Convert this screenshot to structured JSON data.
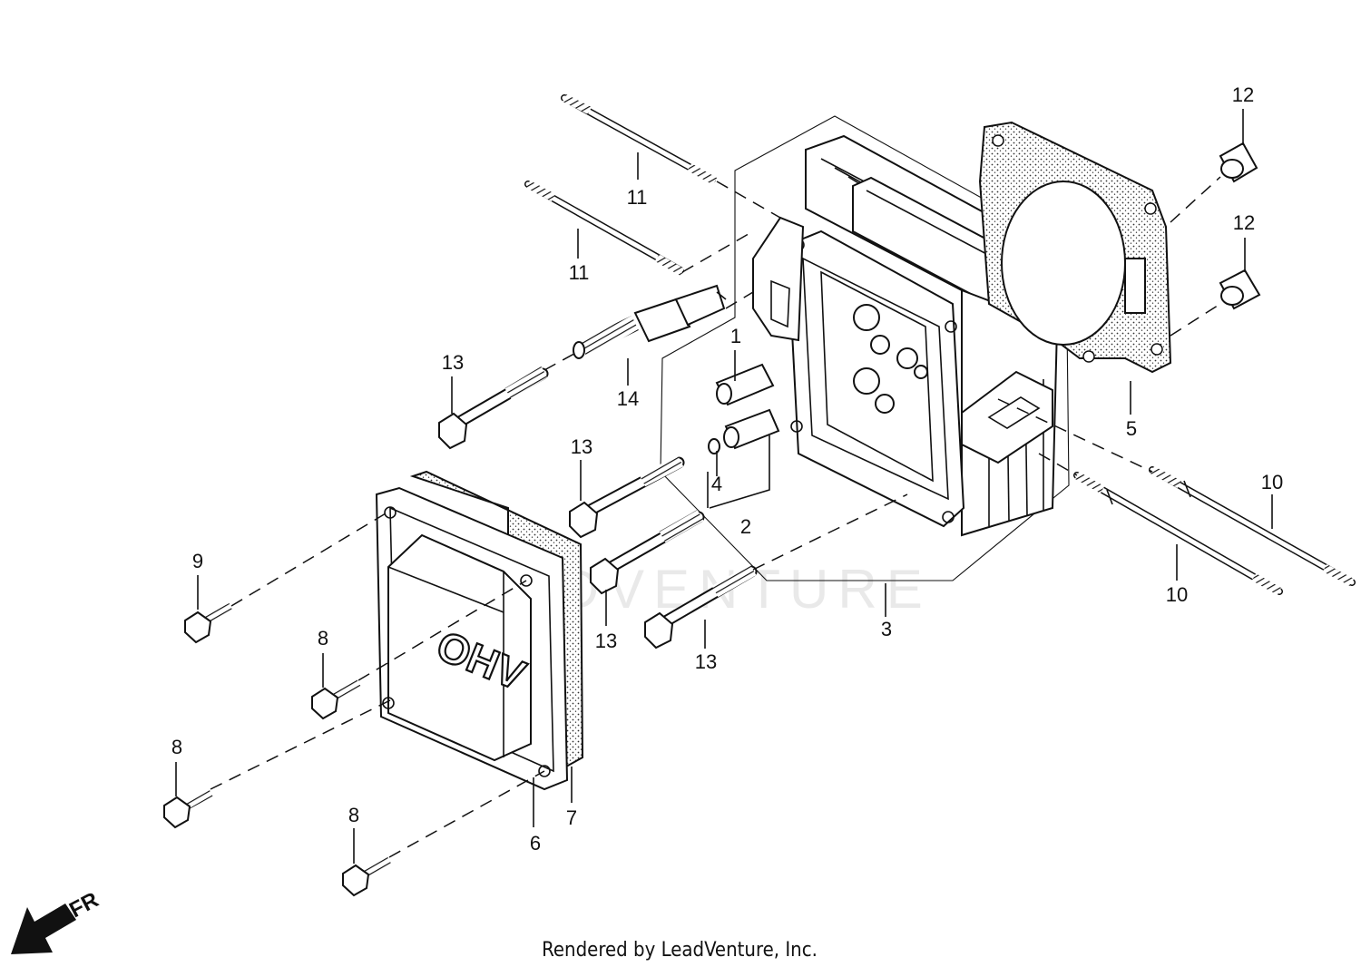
{
  "callouts": [
    {
      "id": "c1",
      "text": "1"
    },
    {
      "id": "c2",
      "text": "2"
    },
    {
      "id": "c3",
      "text": "3"
    },
    {
      "id": "c4",
      "text": "4"
    },
    {
      "id": "c5",
      "text": "5"
    },
    {
      "id": "c6",
      "text": "6"
    },
    {
      "id": "c7",
      "text": "7"
    },
    {
      "id": "c8a",
      "text": "8"
    },
    {
      "id": "c8b",
      "text": "8"
    },
    {
      "id": "c8c",
      "text": "8"
    },
    {
      "id": "c9",
      "text": "9"
    },
    {
      "id": "c10a",
      "text": "10"
    },
    {
      "id": "c10b",
      "text": "10"
    },
    {
      "id": "c11a",
      "text": "11"
    },
    {
      "id": "c11b",
      "text": "11"
    },
    {
      "id": "c12a",
      "text": "12"
    },
    {
      "id": "c12b",
      "text": "12"
    },
    {
      "id": "c13a",
      "text": "13"
    },
    {
      "id": "c13b",
      "text": "13"
    },
    {
      "id": "c13c",
      "text": "13"
    },
    {
      "id": "c13d",
      "text": "13"
    },
    {
      "id": "c14",
      "text": "14"
    }
  ],
  "cover_marking": "OHV",
  "direction_label": "FR",
  "footer": "Rendered by LeadVenture, Inc.",
  "watermark": "LEADVENTURE"
}
